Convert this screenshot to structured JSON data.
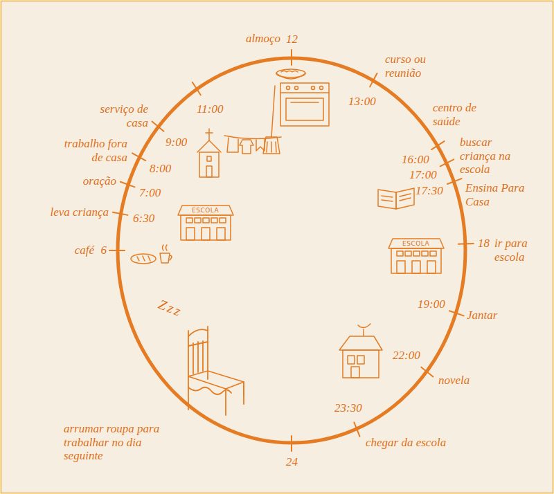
{
  "diagram": {
    "labels": [
      "almoço",
      "12",
      "13:00",
      "curso ou reunião",
      "centro de saúde",
      "16:00",
      "buscar criança na escola",
      "17:00",
      "17:30",
      "Ensina Para Casa",
      "18",
      "ir para escola",
      "19:00",
      "Jantar",
      "22:00",
      "novela",
      "23:30",
      "chegar da escola",
      "24",
      "arrumar roupa para trabalhar no dia seguinte",
      "café",
      "6",
      "leva criança",
      "6:30",
      "oração",
      "7:00",
      "trabalho fora de casa",
      "8:00",
      "serviço de casa",
      "9:00",
      "11:00",
      "ESCOLA",
      "ESCOLA",
      "Zzz"
    ]
  }
}
